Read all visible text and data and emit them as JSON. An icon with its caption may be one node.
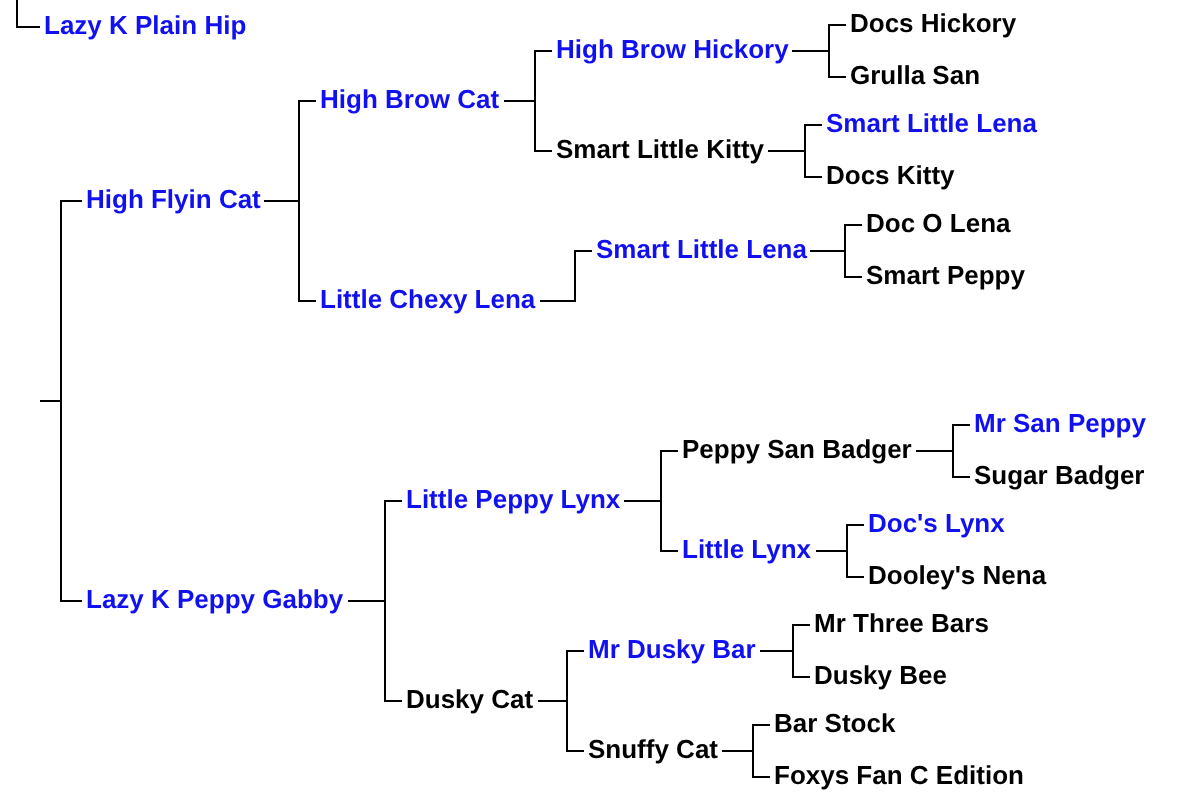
{
  "diagram": {
    "nodes": [
      {
        "text": [
          "Lazy K Plain Hip"
        ]
      },
      {
        "text": [
          "High Flyin Cat"
        ]
      },
      {
        "text": [
          "High Brow Cat"
        ]
      },
      {
        "text": [
          "High Brow Hickory"
        ]
      },
      {
        "text": [
          "Docs Hickory"
        ]
      },
      {
        "text": [
          "Grulla San"
        ]
      },
      {
        "text": [
          "Smart Little Kitty"
        ]
      },
      {
        "text": [
          "Smart Little Lena"
        ]
      },
      {
        "text": [
          "Docs Kitty"
        ]
      },
      {
        "text": [
          "Little Chexy Lena"
        ]
      },
      {
        "text": [
          "Smart Little Lena"
        ]
      },
      {
        "text": [
          "Doc O Lena"
        ]
      },
      {
        "text": [
          "Smart Peppy"
        ]
      },
      {
        "text": [
          "Lazy K Peppy Gabby"
        ]
      },
      {
        "text": [
          "Little Peppy Lynx"
        ]
      },
      {
        "text": [
          "Peppy San Badger"
        ]
      },
      {
        "text": [
          "Mr San Peppy"
        ]
      },
      {
        "text": [
          "Sugar Badger"
        ]
      },
      {
        "text": [
          "Little Lynx"
        ]
      },
      {
        "text": [
          "Doc's Lynx"
        ]
      },
      {
        "text": [
          "Dooley's Nena"
        ]
      },
      {
        "text": [
          "Dusky Cat"
        ]
      },
      {
        "text": [
          "Mr Dusky Bar"
        ]
      },
      {
        "text": [
          "Mr Three Bars"
        ]
      },
      {
        "text": [
          "Dusky Bee"
        ]
      },
      {
        "text": [
          "Snuffy Cat"
        ]
      },
      {
        "text": [
          "Bar Stock"
        ]
      },
      {
        "text": [
          "Foxys Fan C Edition"
        ]
      }
    ],
    "edges": [
      {
        "from": null,
        "to": 0,
        "arrow": "none"
      },
      {
        "from": null,
        "to": 1,
        "arrow": "none"
      },
      {
        "from": null,
        "to": 13,
        "arrow": "none"
      },
      {
        "from": 1,
        "to": 2,
        "arrow": "none"
      },
      {
        "from": 1,
        "to": 9,
        "arrow": "none"
      },
      {
        "from": 2,
        "to": 3,
        "arrow": "none"
      },
      {
        "from": 2,
        "to": 6,
        "arrow": "none"
      },
      {
        "from": 3,
        "to": 4,
        "arrow": "none"
      },
      {
        "from": 3,
        "to": 5,
        "arrow": "none"
      },
      {
        "from": 6,
        "to": 7,
        "arrow": "none"
      },
      {
        "from": 6,
        "to": 8,
        "arrow": "none"
      },
      {
        "from": 9,
        "to": 10,
        "arrow": "none"
      },
      {
        "from": 10,
        "to": 11,
        "arrow": "none"
      },
      {
        "from": 10,
        "to": 12,
        "arrow": "none"
      },
      {
        "from": 13,
        "to": 14,
        "arrow": "none"
      },
      {
        "from": 13,
        "to": 21,
        "arrow": "none"
      },
      {
        "from": 14,
        "to": 15,
        "arrow": "none"
      },
      {
        "from": 14,
        "to": 18,
        "arrow": "none"
      },
      {
        "from": 15,
        "to": 16,
        "arrow": "none"
      },
      {
        "from": 15,
        "to": 17,
        "arrow": "none"
      },
      {
        "from": 18,
        "to": 19,
        "arrow": "none"
      },
      {
        "from": 18,
        "to": 20,
        "arrow": "none"
      },
      {
        "from": 21,
        "to": 22,
        "arrow": "none"
      },
      {
        "from": 21,
        "to": 25,
        "arrow": "none"
      },
      {
        "from": 22,
        "to": 23,
        "arrow": "none"
      },
      {
        "from": 22,
        "to": 24,
        "arrow": "none"
      },
      {
        "from": 25,
        "to": 26,
        "arrow": "none"
      },
      {
        "from": 25,
        "to": 27,
        "arrow": "none"
      }
    ]
  }
}
